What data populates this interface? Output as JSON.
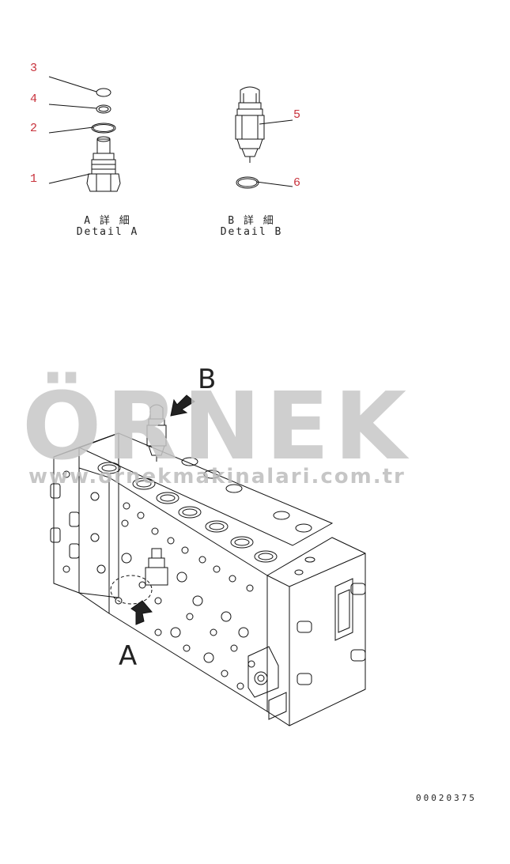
{
  "callouts": {
    "c1": "1",
    "c2": "2",
    "c3": "3",
    "c4": "4",
    "c5": "5",
    "c6": "6"
  },
  "captions": {
    "detail_a_jp": "A 詳 細",
    "detail_a_en": "Detail A",
    "detail_b_jp": "B 詳 細",
    "detail_b_en": "Detail B"
  },
  "view_labels": {
    "a": "A",
    "b": "B"
  },
  "watermark": {
    "big": "ÖRNEK",
    "small": "www.ornekmakinalari.com.tr"
  },
  "document_number": "00020375",
  "colors": {
    "callout": "#c8323c",
    "line": "#111111",
    "watermark": "#c7c7c7",
    "watermark_accent": "#f3dc8c"
  }
}
